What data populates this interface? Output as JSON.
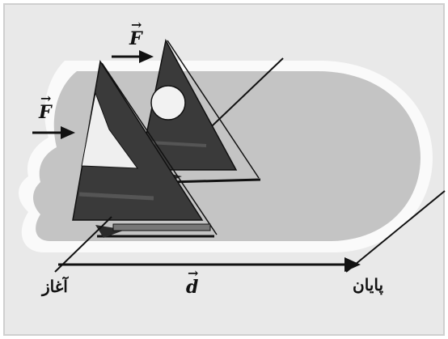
{
  "labels": {
    "start": "آغاز",
    "end": "پایان",
    "force_top": "F",
    "force_left": "F",
    "displacement": "d"
  },
  "colors": {
    "frame_bg": "#e9e9e9",
    "ice_gray": "#c4c4c4",
    "sail_dark": "#3a3a3a",
    "line": "#111111"
  }
}
